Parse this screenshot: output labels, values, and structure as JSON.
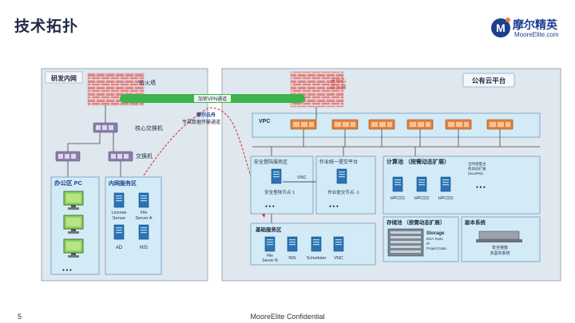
{
  "slide": {
    "title": "技术拓扑",
    "page_number": "5",
    "footer": "MooreElite Confidential"
  },
  "logo": {
    "cn": "摩尔精英",
    "en": "MooreElite.com"
  },
  "diagram": {
    "rd_intranet": "研发内网",
    "public_cloud": "公有云平台",
    "firewall_left": "防火墙",
    "firewall_cloud_line1": "云中心",
    "firewall_cloud_line2": "防火墙",
    "vpn_tunnel": "加密VPN通道",
    "dedicated_line_1": "摩尔云舟",
    "dedicated_line_2": "专属数据传输通道",
    "core_switch": "核心交换机",
    "switch": "交换机",
    "office_pc": "办公区 PC",
    "intranet_servers": "内网服务区",
    "license_server_1": "License",
    "license_server_2": "Server",
    "file_server_a_1": "File",
    "file_server_a_2": "Server A",
    "ad": "AD",
    "nis": "NIS",
    "vpc": "VPC",
    "secure_login_area": "安全登陆服务区",
    "secure_login_node": "安全登陆节点 1",
    "vnc": "VNC",
    "job_submit_platform": "作业统一提交平台",
    "job_submit_node": "作业提交节点 -1",
    "compute_pool": "计算池 （按需动态扩展）",
    "compute_note_1": "全时调度主",
    "compute_note_2": "机动态扩展",
    "compute_note_3": "(SLURM)",
    "hpc1": "HPCD1",
    "hpc2": "HPCD2",
    "hpc3": "HPCD3",
    "storage_pool": "存储池 （按需动态扩展）",
    "storage_label": "Storage",
    "storage_sub_1": "EDA Tools",
    "storage_sub_2": "IP",
    "storage_sub_3": "Project Data",
    "backup_system": "副本系统",
    "backup_1": "安全镜像",
    "backup_2": "多副本系统",
    "base_services": "基础服务区",
    "file_server_b_1": "File",
    "file_server_b_2": "Server B",
    "nis_cloud": "NIS",
    "scheduler": "Scheduler",
    "vnc_cloud": "VNC",
    "ellipsis": "● ● ●"
  },
  "colors": {
    "panel_bg": "#dfe7ef",
    "panel_border": "#9aaab8",
    "zone_bg": "#d3ebf6",
    "accent_blue": "#2e6fb5",
    "vpn_green": "#3cb44a",
    "firewall_red": "#c7524a",
    "firewall_node": "#e8823a",
    "title": "#1f2a44"
  },
  "icons": [
    "firewall-icon",
    "switch-icon",
    "pc-icon",
    "server-icon",
    "firewall-node-icon",
    "storage-icon",
    "backup-icon"
  ]
}
